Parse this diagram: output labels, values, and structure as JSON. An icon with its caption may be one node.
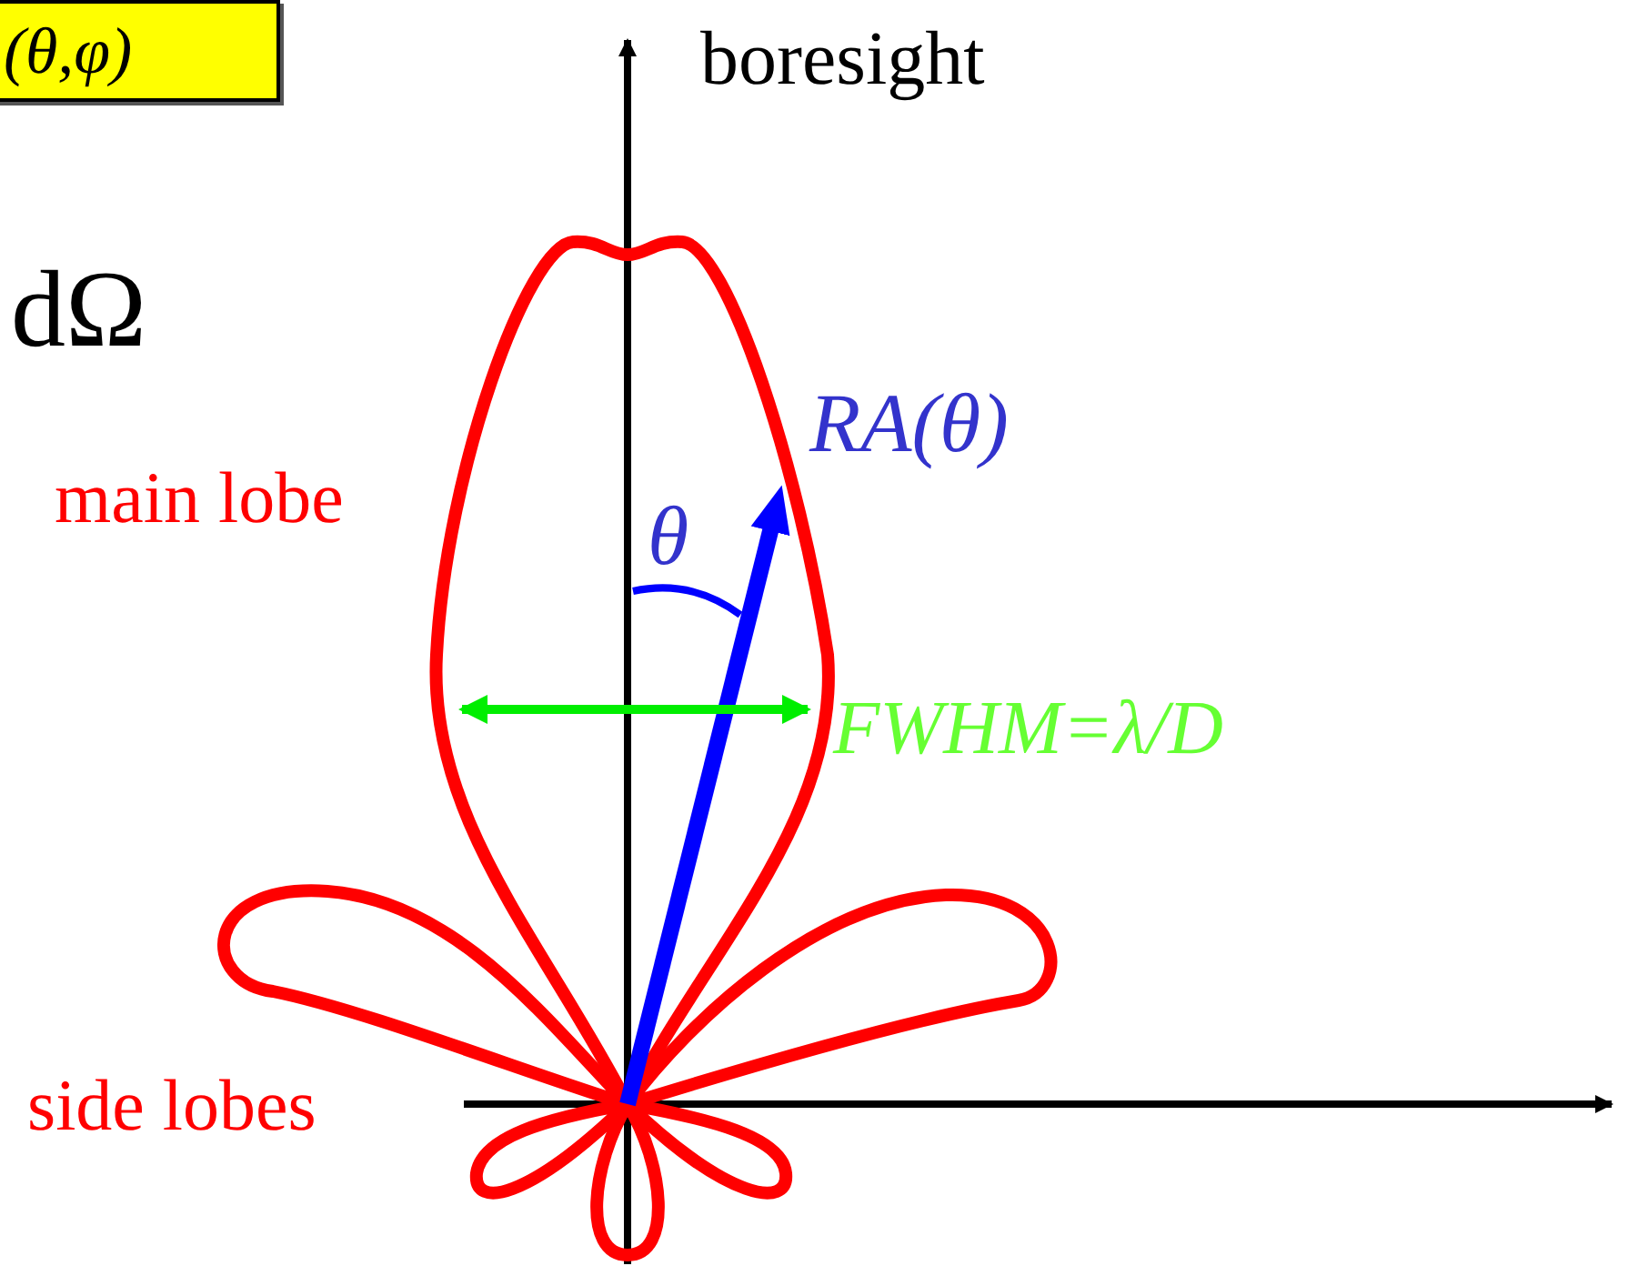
{
  "diagram": {
    "nodes": [
      {
        "text": [
          "(θ,φ)"
        ]
      }
    ],
    "labels": [
      "boresight",
      "dΩ",
      "main lobe",
      "RA(θ)",
      "θ",
      "FWHM=λ/D",
      "side lobes"
    ]
  }
}
